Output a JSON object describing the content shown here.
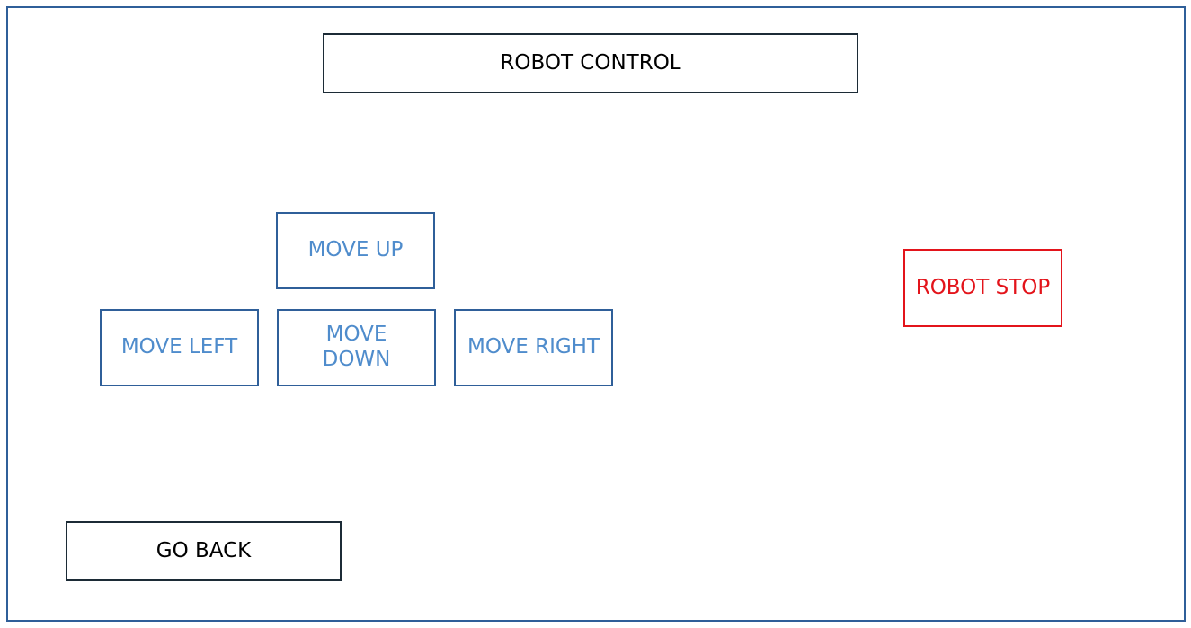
{
  "header": {
    "title": "ROBOT CONTROL"
  },
  "controls": {
    "move_up": "MOVE UP",
    "move_left": "MOVE LEFT",
    "move_down": "MOVE DOWN",
    "move_right": "MOVE RIGHT",
    "stop": "ROBOT STOP"
  },
  "navigation": {
    "back": "GO BACK"
  },
  "colors": {
    "frame": "#2f5f99",
    "move_text": "#4f8ccc",
    "stop": "#e3141b",
    "dark_border": "#1c2b36"
  }
}
